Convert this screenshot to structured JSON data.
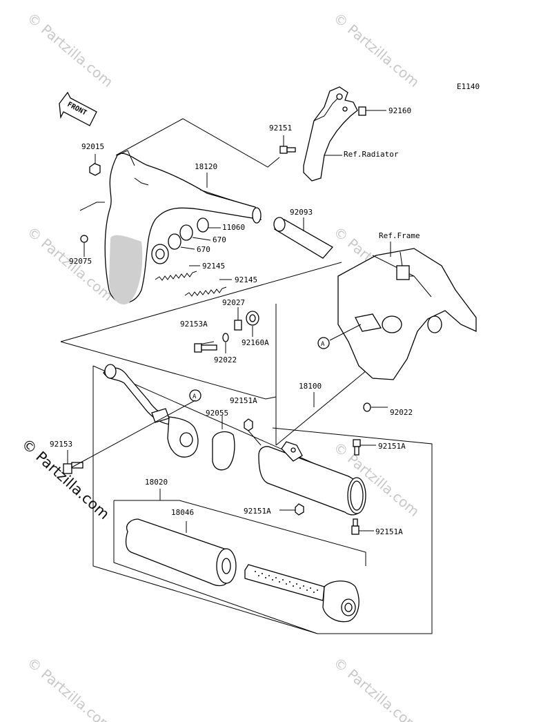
{
  "diagram_code": "E1140",
  "front_label": "FRONT",
  "watermark": "© Partzilla.com",
  "callouts": {
    "c92160": "92160",
    "c92151": "92151",
    "c92015": "92015",
    "c18120": "18120",
    "ref_radiator": "Ref.Radiator",
    "c92093": "92093",
    "c11060": "11060",
    "c670a": "670",
    "c670b": "670",
    "c92075": "92075",
    "c92145a": "92145",
    "c92145b": "92145",
    "ref_frame": "Ref.Frame",
    "c92027": "92027",
    "c92153A": "92153A",
    "c92160A": "92160A",
    "c92022a": "92022",
    "c18100": "18100",
    "c92151Aa": "92151A",
    "c92055": "92055",
    "c92022b": "92022",
    "c92153": "92153",
    "c92151Ab": "92151A",
    "c18020": "18020",
    "c92151Ac": "92151A",
    "c18046": "18046",
    "c92151Ad": "92151A",
    "marker_a1": "A",
    "marker_a2": "A"
  }
}
